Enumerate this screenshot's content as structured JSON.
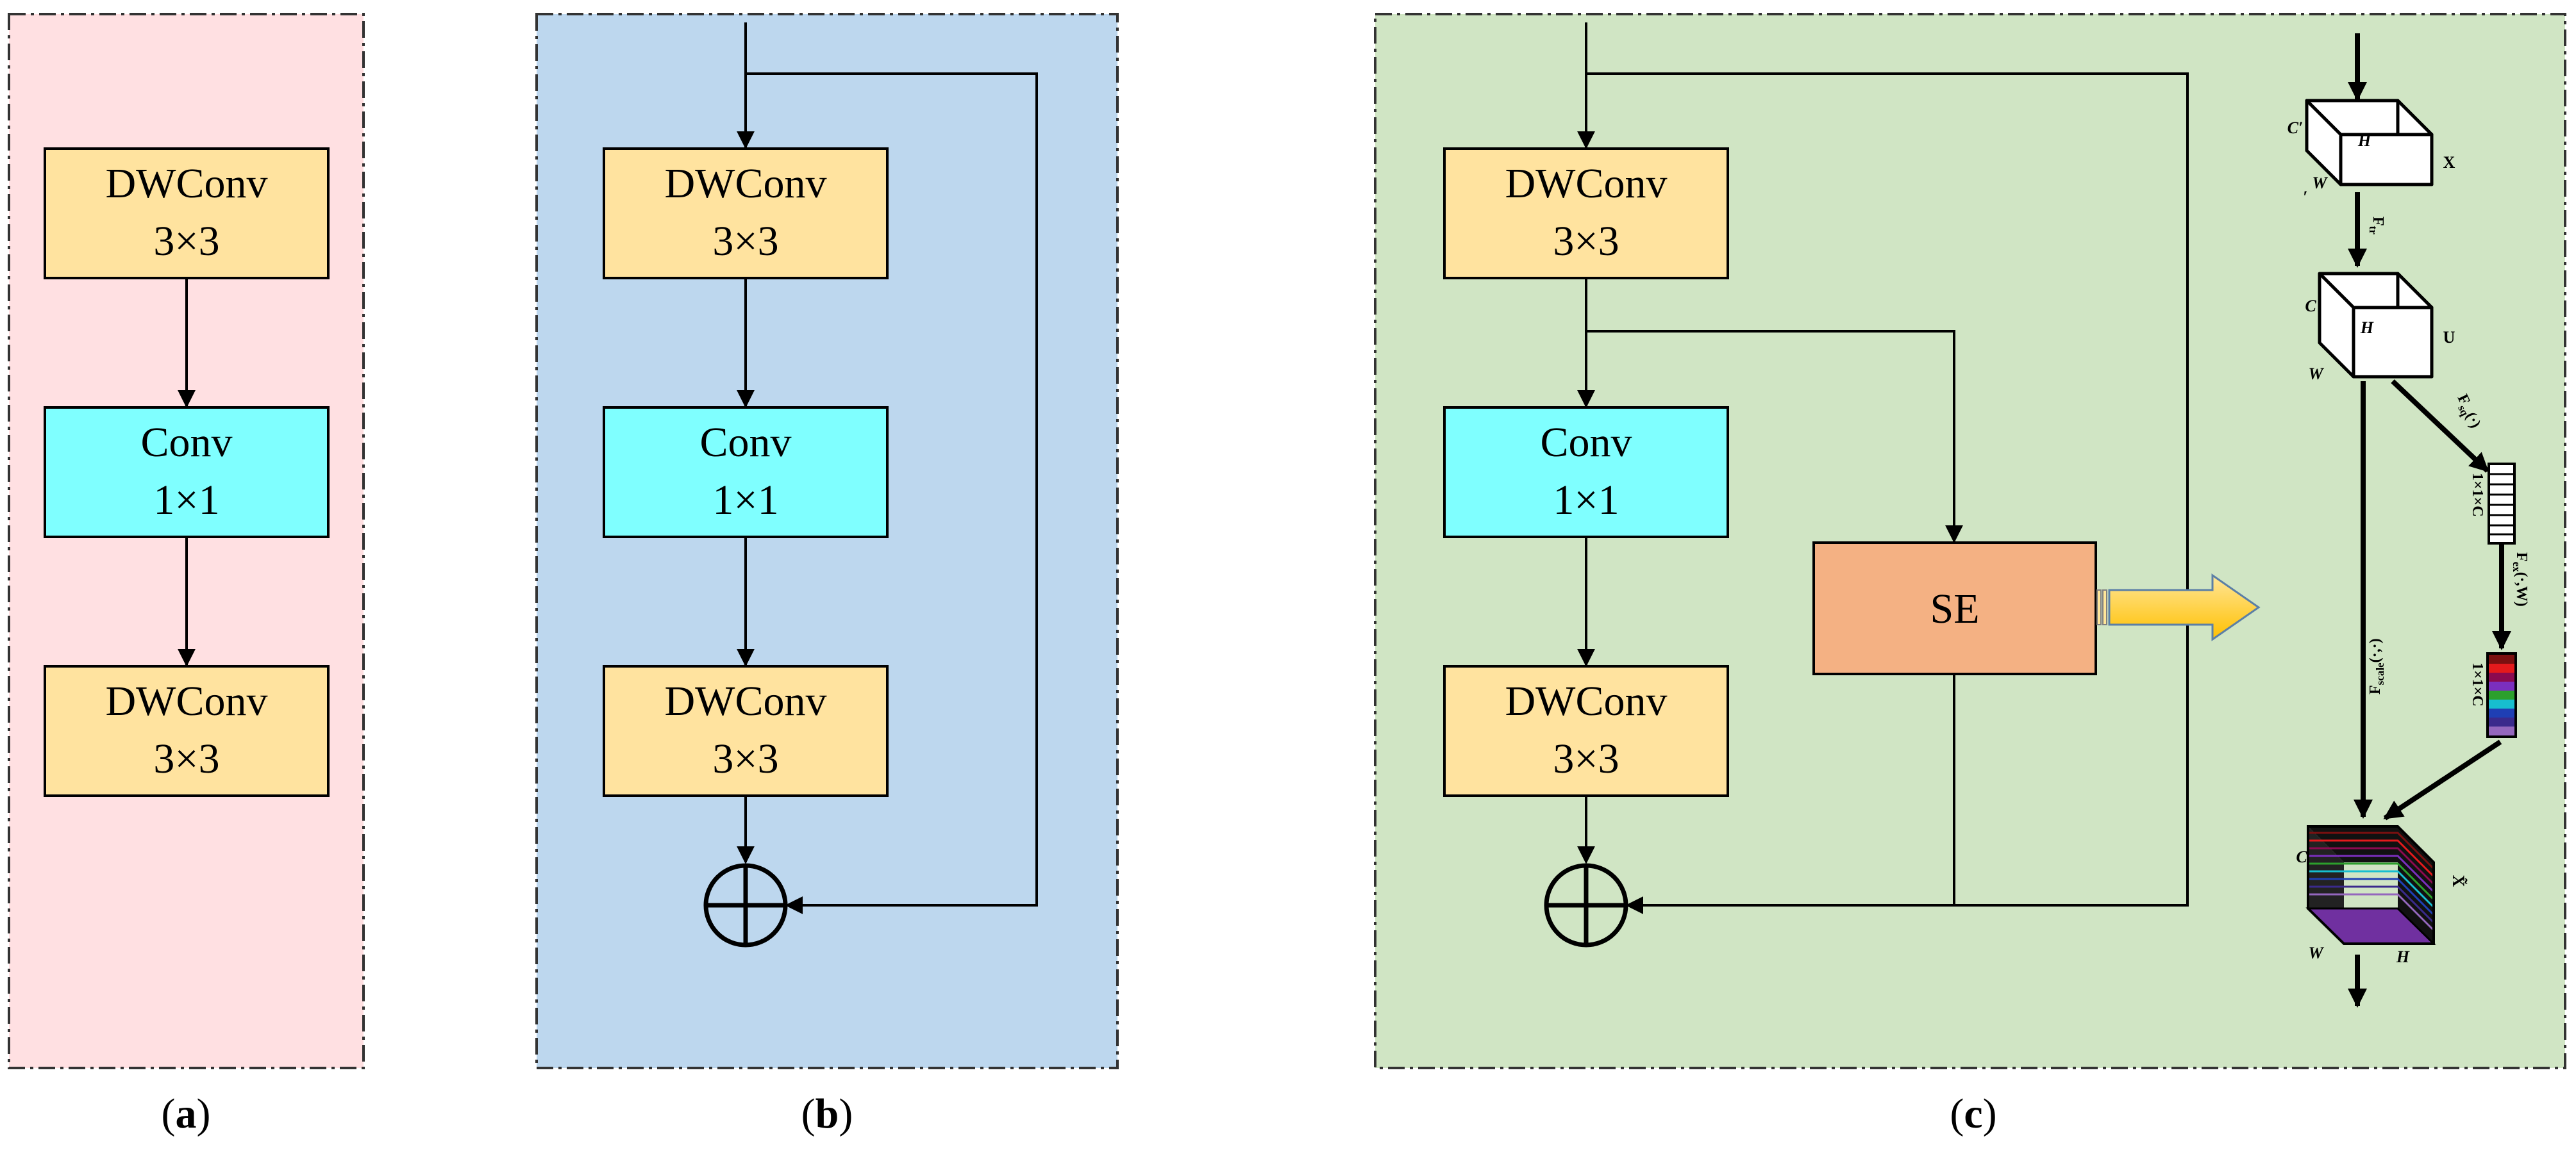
{
  "panels": {
    "a": {
      "caption_letter": "a",
      "blocks": [
        {
          "line1": "DWConv",
          "line2": "3×3",
          "fill": "#ffe39f"
        },
        {
          "line1": "Conv",
          "line2": "1×1",
          "fill": "#7fffff"
        },
        {
          "line1": "DWConv",
          "line2": "3×3",
          "fill": "#ffe39f"
        }
      ],
      "background": "#ffe0e2"
    },
    "b": {
      "caption_letter": "b",
      "blocks": [
        {
          "line1": "DWConv",
          "line2": "3×3",
          "fill": "#ffe39f"
        },
        {
          "line1": "Conv",
          "line2": "1×1",
          "fill": "#7fffff"
        },
        {
          "line1": "DWConv",
          "line2": "3×3",
          "fill": "#ffe39f"
        }
      ],
      "background": "#bdd7ee"
    },
    "c": {
      "caption_letter": "c",
      "blocks": [
        {
          "line1": "DWConv",
          "line2": "3×3",
          "fill": "#ffe39f"
        },
        {
          "line1": "Conv",
          "line2": "1×1",
          "fill": "#7fffff"
        },
        {
          "line1": "DWConv",
          "line2": "3×3",
          "fill": "#ffe39f"
        }
      ],
      "se_label": "SE",
      "se_fill": "#f4b183",
      "background": "#d0e5c4"
    }
  },
  "caption_parens": {
    "open": "(",
    "close": ")"
  },
  "se_detail": {
    "top_cube": {
      "h": "H",
      "w": "W",
      "c": "C",
      "name": "X",
      "c_mark": "′",
      "w_mark": "′"
    },
    "tr_label": {
      "f": "F",
      "sub": "tr"
    },
    "mid_cube": {
      "h": "H",
      "w": "W",
      "c": "C",
      "name": "U"
    },
    "sq_label": {
      "f": "F",
      "sub": "sq",
      "arg": "(·)"
    },
    "squeeze_size": "1×1×C",
    "ex_label": {
      "f": "F",
      "sub": "ex",
      "arg": "(·,W)"
    },
    "excite_size": "1×1×C",
    "scale_label": {
      "f": "F",
      "sub": "scale",
      "arg": "(·,·)"
    },
    "out_cube": {
      "h": "H",
      "w": "W",
      "c": "C",
      "name": "X̃"
    }
  }
}
